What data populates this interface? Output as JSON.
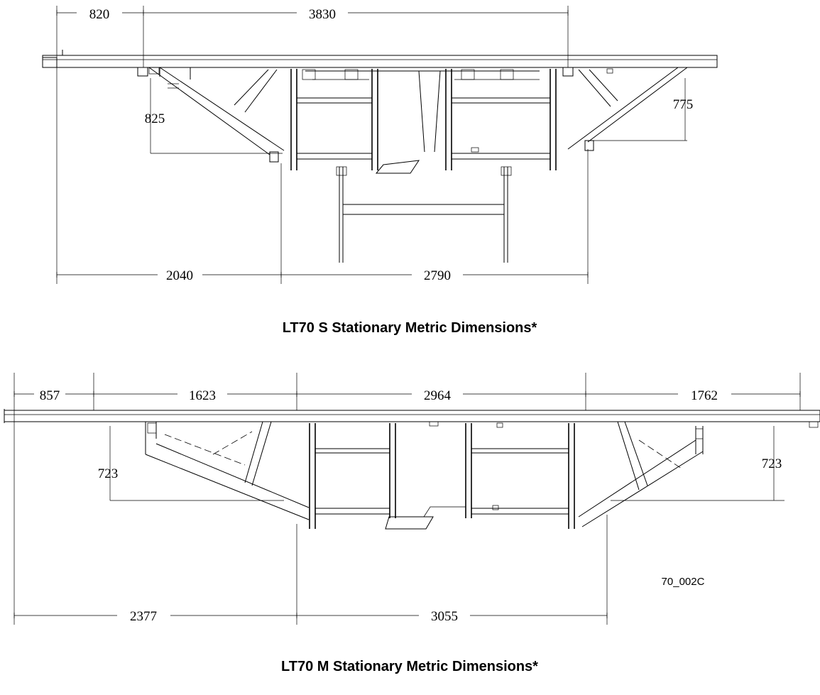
{
  "figure_s": {
    "caption": "LT70 S Stationary Metric Dimensions*",
    "dims": {
      "top_left": "820",
      "top_center": "3830",
      "left_height": "825",
      "right_height": "775",
      "bottom_left": "2040",
      "bottom_right": "2790"
    }
  },
  "figure_m": {
    "caption": "LT70 M Stationary Metric Dimensions*",
    "dims": {
      "top_1": "857",
      "top_2": "1623",
      "top_3": "2964",
      "top_4": "1762",
      "left_height": "723",
      "right_height": "723",
      "bottom_left": "2377",
      "bottom_right": "3055"
    },
    "drawing_ref": "70_002C"
  }
}
